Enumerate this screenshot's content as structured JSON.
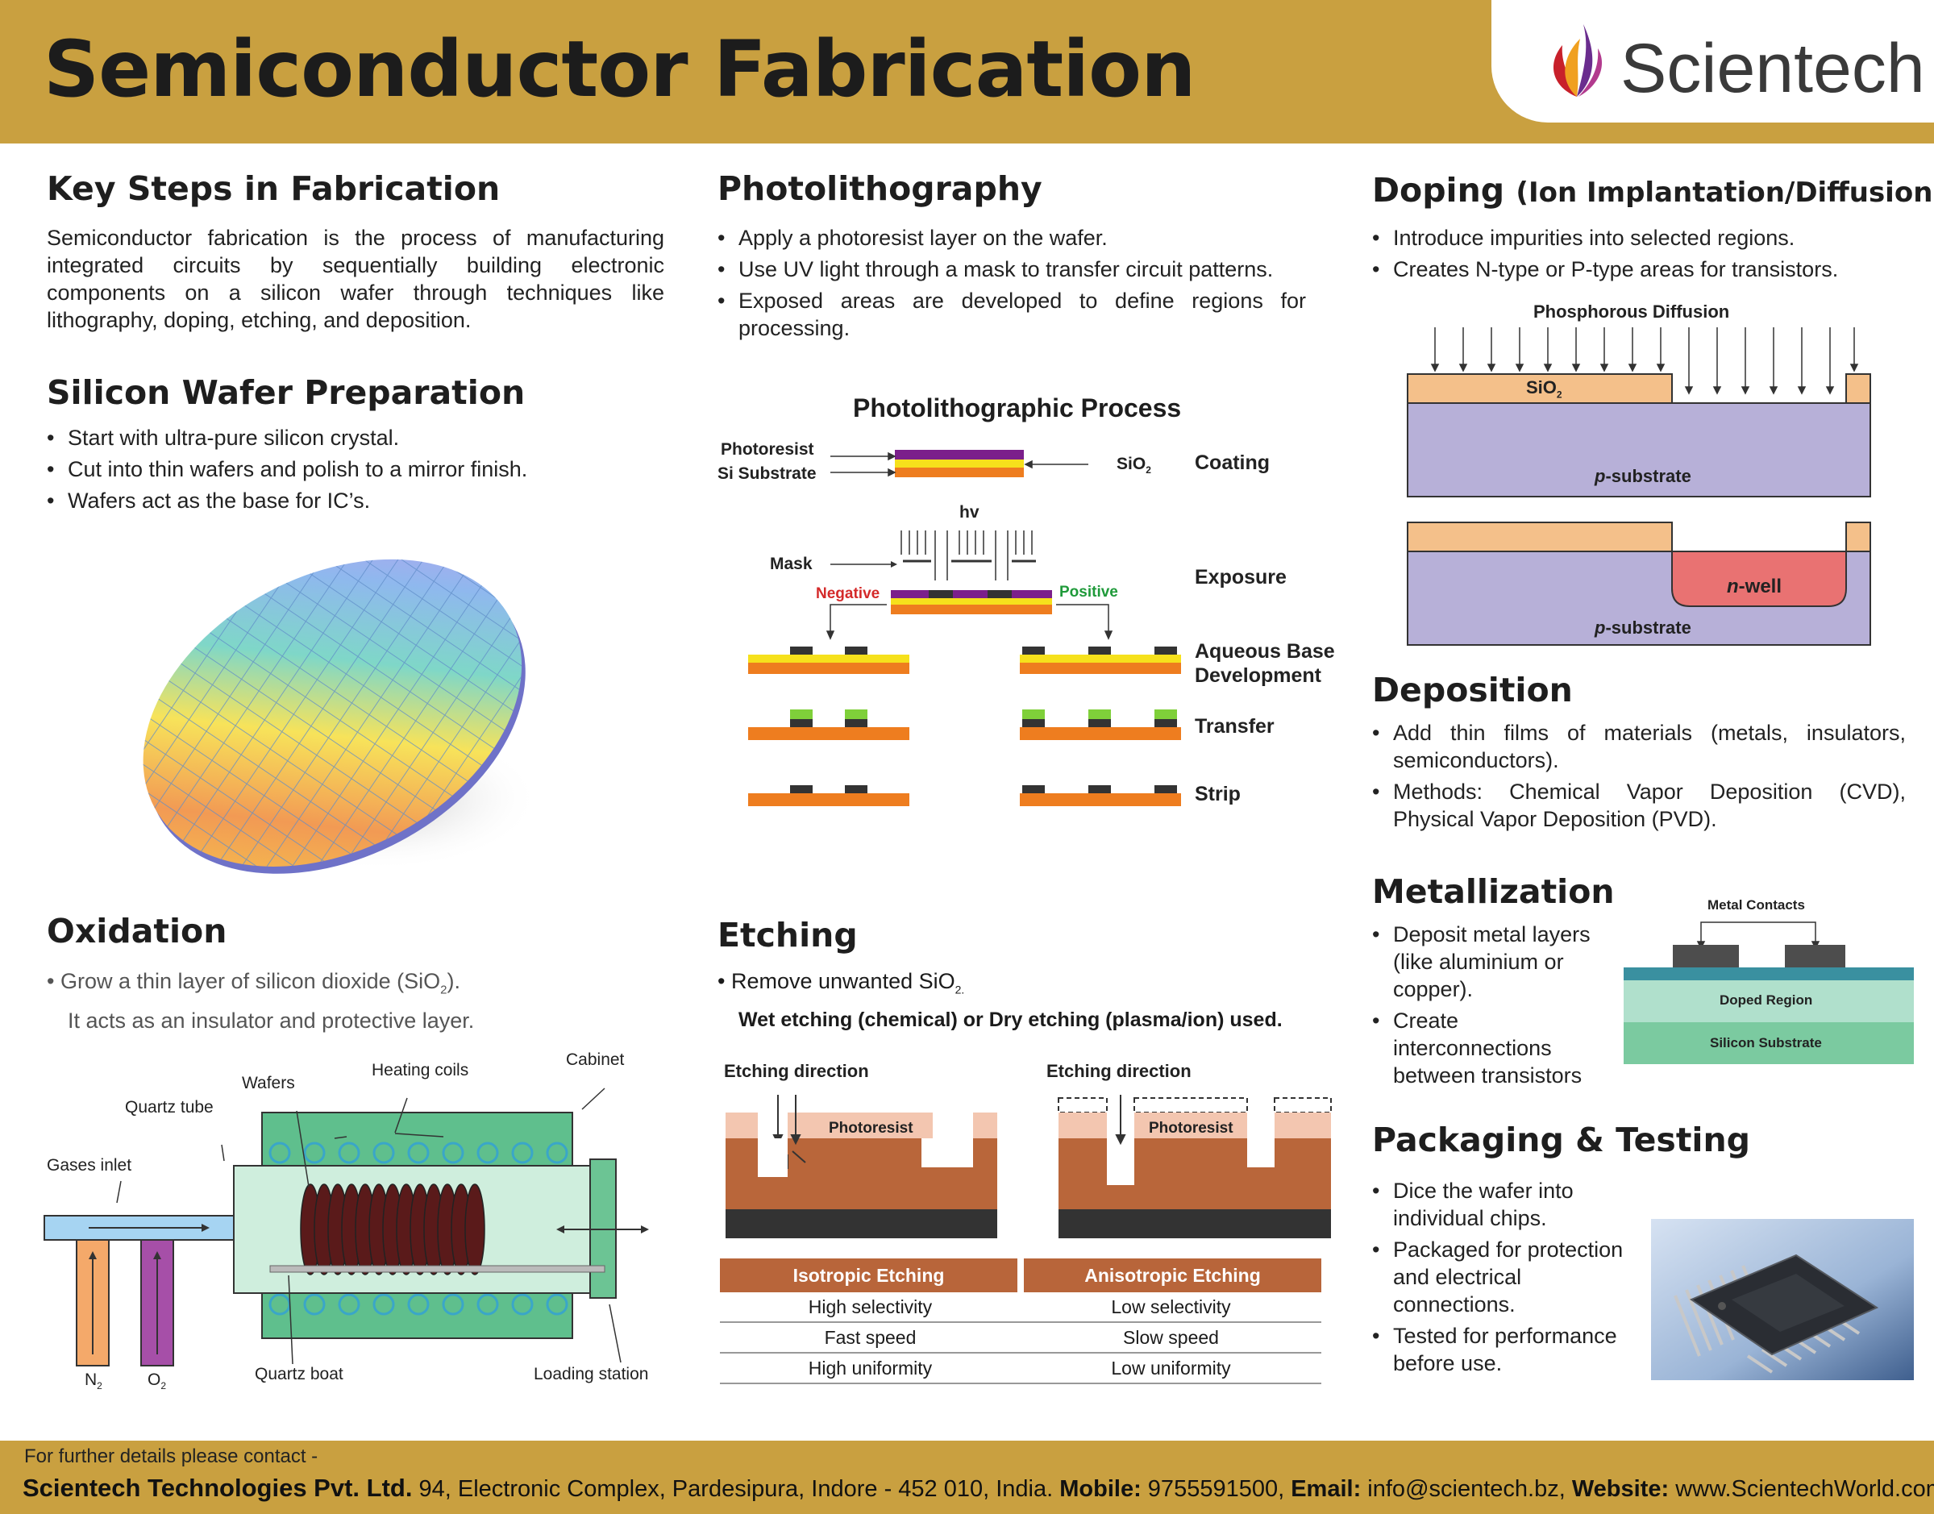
{
  "header": {
    "title": "Semiconductor Fabrication",
    "brand": "Scientech",
    "bar_color": "#c9a040"
  },
  "key_steps": {
    "heading": "Key Steps in Fabrication",
    "text": "Semiconductor fabrication is the process of manufacturing integrated circuits by sequentially building electronic components on a silicon wafer through techniques like lithography, doping, etching, and deposition."
  },
  "wafer_prep": {
    "heading": "Silicon Wafer Preparation",
    "bullets": [
      "Start with ultra-pure silicon crystal.",
      "Cut into thin wafers and polish to a mirror finish.",
      "Wafers act as the base for IC’s."
    ]
  },
  "oxidation": {
    "heading": "Oxidation",
    "bullet_line1": "Grow a thin layer of silicon dioxide (SiO",
    "sub2": "2",
    "bullet_line1_end": ").",
    "bullet_line2": "It acts as an insulator and protective layer.",
    "labels": {
      "wafers": "Wafers",
      "heating_coils": "Heating coils",
      "cabinet": "Cabinet",
      "quartz_tube": "Quartz tube",
      "gases_inlet": "Gases inlet",
      "n2": "N",
      "o2": "O",
      "sub": "2",
      "quartz_boat": "Quartz boat",
      "loading_station": "Loading station"
    }
  },
  "photolithography": {
    "heading": "Photolithography",
    "bullets": [
      "Apply a photoresist layer on the wafer.",
      "Use UV light through a mask to transfer circuit patterns.",
      "Exposed areas are developed to define regions for processing."
    ],
    "diagram_title": "Photolithographic Process",
    "labels": {
      "photoresist": "Photoresist",
      "si_substrate": "Si Substrate",
      "sio2": "SiO",
      "sub": "2",
      "hv": "hv",
      "mask": "Mask",
      "negative": "Negative",
      "positive": "Positive"
    },
    "stages": [
      "Coating",
      "Exposure",
      "Aqueous Base Development",
      "Transfer",
      "Strip"
    ]
  },
  "etching": {
    "heading": "Etching",
    "bullet_a": "Remove unwanted SiO",
    "bullet_a_sub": "2.",
    "bullet_b": "Wet etching (chemical) or Dry etching (plasma/ion) used.",
    "direction_label": "Etching direction",
    "photoresist_label": "Photoresist",
    "table": {
      "headers": [
        "Isotropic Etching",
        "Anisotropic Etching"
      ],
      "rows": [
        [
          "High selectivity",
          "Low selectivity"
        ],
        [
          "Fast speed",
          "Slow speed"
        ],
        [
          "High uniformity",
          "Low uniformity"
        ]
      ]
    }
  },
  "doping": {
    "heading": "Doping",
    "heading_paren": "(Ion Implantation/Diffusion)",
    "bullets": [
      "Introduce impurities into selected regions.",
      "Creates N-type or P-type areas for transistors."
    ],
    "diffusion_title": "Phosphorous Diffusion",
    "sio2": "SiO",
    "sub": "2",
    "p_italic": "p",
    "substrate_suffix": "-substrate",
    "n_italic": "n",
    "well_suffix": "-well"
  },
  "deposition": {
    "heading": "Deposition",
    "bullets": [
      "Add thin films of materials (metals, insulators, semiconductors).",
      "Methods: Chemical Vapor Deposition (CVD), Physical Vapor Deposition (PVD)."
    ]
  },
  "metallization": {
    "heading": "Metallization",
    "bullets": [
      "Deposit metal layers (like aluminium or copper).",
      "Create interconnections between transistors"
    ],
    "labels": {
      "metal_contacts": "Metal Contacts",
      "doped_region": "Doped Region",
      "silicon_substrate": "Silicon Substrate"
    }
  },
  "packaging": {
    "heading": "Packaging & Testing",
    "bullets": [
      "Dice the wafer into individual chips.",
      "Packaged for protection and electrical connections.",
      "Tested for performance before use."
    ]
  },
  "footer": {
    "contact_prompt": "For further details please contact -",
    "company": "Scientech Technologies Pvt. Ltd.",
    "address": " 94, Electronic Complex, Pardesipura, Indore - 452 010, India. ",
    "mobile_label": "Mobile:",
    "mobile": " 9755591500, ",
    "email_label": "Email:",
    "email": " info@scientech.bz, ",
    "website_label": "Website:",
    "website": " www.ScientechWorld.com"
  }
}
